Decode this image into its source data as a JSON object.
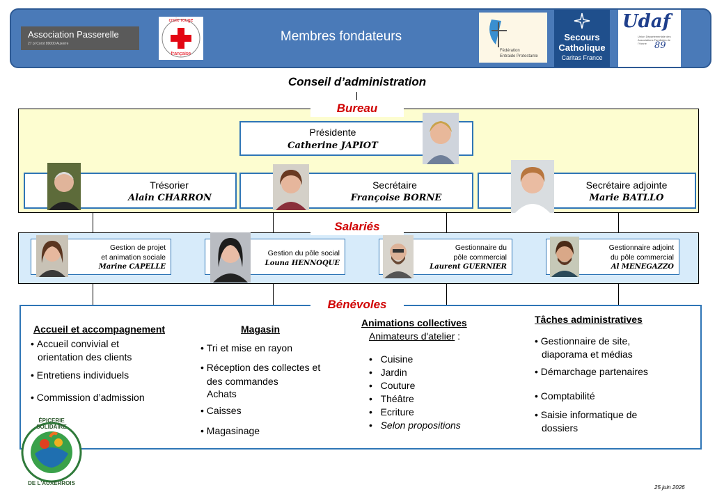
{
  "header": {
    "title": "Membres fondateurs",
    "logos": {
      "passerelle_name": "Association Passerelle",
      "passerelle_addr": "27 pl Corot 89000 Auxerre",
      "croix_rouge_top": "croix-rouge",
      "croix_rouge_bottom": "française",
      "fep_line1": "Fédération",
      "fep_line2": "Entraide Protestante",
      "secours_line1": "Secours",
      "secours_line2": "Catholique",
      "secours_line3": "Caritas France",
      "udaf_mark": "Udaf",
      "udaf_num": "89",
      "udaf_sub": "Union Départementale des Associations Familiales de l'Yonne"
    }
  },
  "conseil": {
    "title": "Conseil d’administration"
  },
  "bureau": {
    "title": "Bureau",
    "presidente": {
      "role": "Présidente",
      "name": "Catherine JAPIOT"
    },
    "tresorier": {
      "role": "Trésorier",
      "name": "Alain CHARRON"
    },
    "secretaire": {
      "role": "Secrétaire",
      "name": "Françoise BORNE"
    },
    "secretaire_adjointe": {
      "role": "Secrétaire adjointe",
      "name": "Marie BATLLO"
    }
  },
  "salaries": {
    "title": "Salariés",
    "members": [
      {
        "role_line1": "Gestion de projet",
        "role_line2": "et animation sociale",
        "name": "Marine CAPELLE"
      },
      {
        "role_line1": "Gestion du pôle social",
        "role_line2": "",
        "name": "Louna HENNOQUE"
      },
      {
        "role_line1": "Gestionnaire du",
        "role_line2": "pôle commercial",
        "name": "Laurent GUERNIER"
      },
      {
        "role_line1": "Gestionnaire adjoint",
        "role_line2": "du  pôle commercial",
        "name": "Al MENEGAZZO"
      }
    ]
  },
  "benevoles": {
    "title": "Bénévoles",
    "accueil": {
      "title": "Accueil et accompagnement",
      "items": [
        "Accueil convivial et",
        "orientation des clients",
        "Entretiens individuels",
        "Commission d’admission"
      ]
    },
    "magasin": {
      "title": "Magasin",
      "items": [
        "Tri et mise en rayon",
        "Réception des collectes et",
        "des commandes",
        "Achats",
        "Caisses",
        "Magasinage"
      ]
    },
    "animations": {
      "title": "Animations collectives",
      "subtitle": "Animateurs d'atelier",
      "subtitle_suffix": " :",
      "items": [
        "Cuisine",
        "Jardin",
        "Couture",
        "Théâtre",
        "Ecriture",
        "Selon propositions"
      ]
    },
    "taches": {
      "title": "Tâches administratives",
      "items": [
        "Gestionnaire de site,",
        "diaporama et médias",
        "Démarchage partenaires",
        "Comptabilité",
        "Saisie informatique de",
        "dossiers"
      ]
    }
  },
  "footer": {
    "logo_top": "ÉPICERIE SOLIDAIRE",
    "logo_bottom": "DE L'AUXERROIS",
    "date": "25 juin 2026"
  },
  "colors": {
    "banner": "#4a7ab8",
    "bureau_bg": "#fdfdd0",
    "salaries_bg": "#d7ebfa",
    "accent_red": "#d00000",
    "border_blue": "#2e75b6"
  }
}
